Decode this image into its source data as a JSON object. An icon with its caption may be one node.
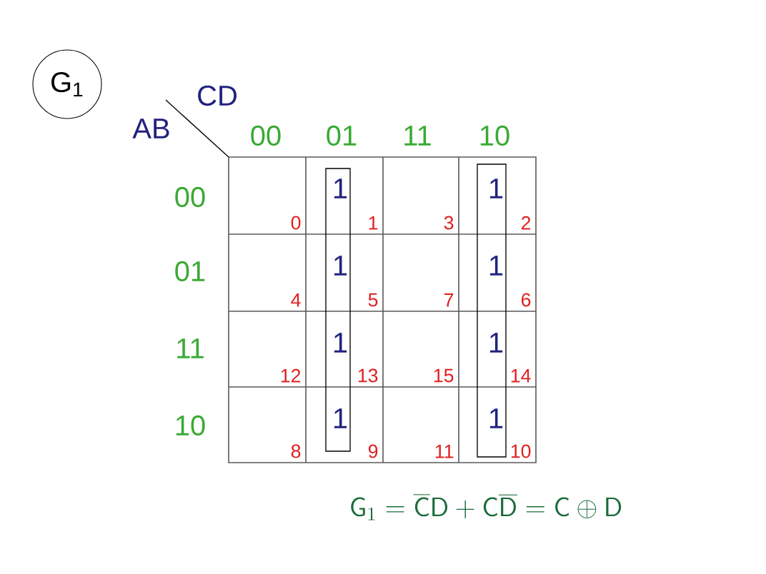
{
  "diagram": {
    "nodes": [
      {
        "text": [
          "G$_{1}$"
        ]
      }
    ],
    "labels": [
      "CD",
      "AB",
      "00",
      "01",
      "11",
      "10",
      "00",
      "1",
      "1",
      "0",
      "1",
      "3",
      "2",
      "01",
      "1",
      "1",
      "4",
      "5",
      "7",
      "6",
      "11",
      "1",
      "1",
      "12",
      "13",
      "15",
      "14",
      "10",
      "1",
      "1",
      "8",
      "9",
      "11",
      "10",
      "\\mathsf{G}_1 = \\overline{\\mathsf{C}}\\mathsf{D} + \\mathsf{C}\\overline{\\mathsf{D}} = \\mathsf{C} \\oplus \\mathsf{D}"
    ]
  }
}
